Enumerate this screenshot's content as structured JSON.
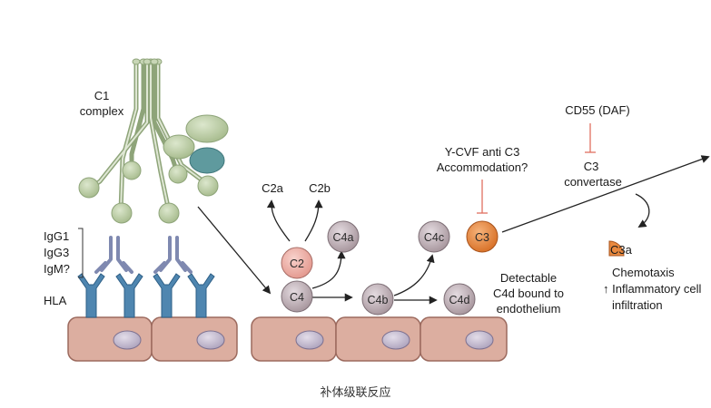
{
  "labels": {
    "c1_line1": "C1",
    "c1_line2": "complex",
    "igg1": "IgG1",
    "igg3": "IgG3",
    "igm": "IgM?",
    "hla": "HLA",
    "c2a": "C2a",
    "c2b": "C2b",
    "c2": "C2",
    "c4": "C4",
    "c4a": "C4a",
    "c4b": "C4b",
    "c4c": "C4c",
    "c4d": "C4d",
    "c3": "C3",
    "cd55": "CD55 (DAF)",
    "ycvf_line1": "Y-CVF anti C3",
    "ycvf_line2": "Accommodation?",
    "c3conv_line1": "C3",
    "c3conv_line2": "convertase",
    "c3a": "C3a",
    "detect_line1": "Detectable",
    "detect_line2": "C4d bound to",
    "detect_line3": "endothelium",
    "chemo_line1": "Chemotaxis",
    "chemo_line2": "↑ Inflammatory cell",
    "chemo_line3": "infiltration"
  },
  "caption": "补体级联反应",
  "colors": {
    "cell_fill": "#dcaea0",
    "cell_stroke": "#9c6a5e",
    "nucleus": "#c9c1d4",
    "c1_green": "#bfcfa9",
    "c1_teal": "#5f9a9e",
    "antibody": "#8690b5",
    "hla_blue": "#4f86b0",
    "ball_gray": "#c6b9c0",
    "c2_pink": "#efb0a8",
    "c3_orange": "#e9893f",
    "inhibit_red": "#e07060"
  }
}
